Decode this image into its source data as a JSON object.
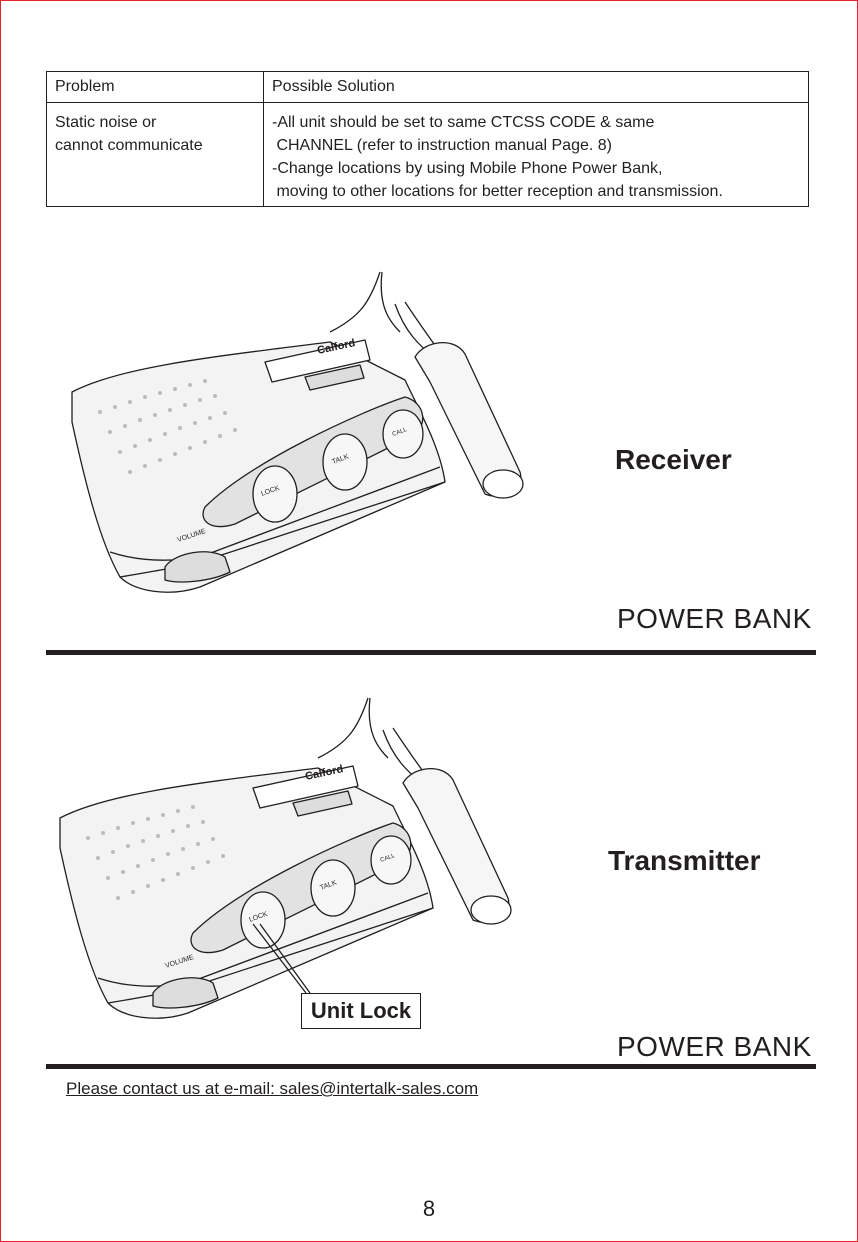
{
  "table": {
    "header_problem": "Problem",
    "header_solution": "Possible Solution",
    "row1_problem": "Static noise or\ncannot communicate",
    "row1_solution": "-All unit should be set to same CTCSS CODE & same\n CHANNEL (refer to instruction manual Page. 8)\n-Change locations by using Mobile Phone Power Bank,\n moving to other locations for better reception and transmission."
  },
  "receiver": {
    "label": "Receiver",
    "power_bank": "POWER BANK",
    "brand": "Calford",
    "buttons": [
      "LOCK",
      "TALK",
      "CALL"
    ],
    "volume": "VOLUME"
  },
  "transmitter": {
    "label": "Transmitter",
    "power_bank": "POWER BANK",
    "unit_lock": "Unit Lock",
    "brand": "Calford",
    "buttons": [
      "LOCK",
      "TALK",
      "CALL"
    ],
    "volume": "VOLUME"
  },
  "contact": "Please contact us at e-mail: sales@intertalk-sales.com",
  "page_number": "8",
  "colors": {
    "frame": "#e8232a",
    "ink": "#231f20"
  }
}
